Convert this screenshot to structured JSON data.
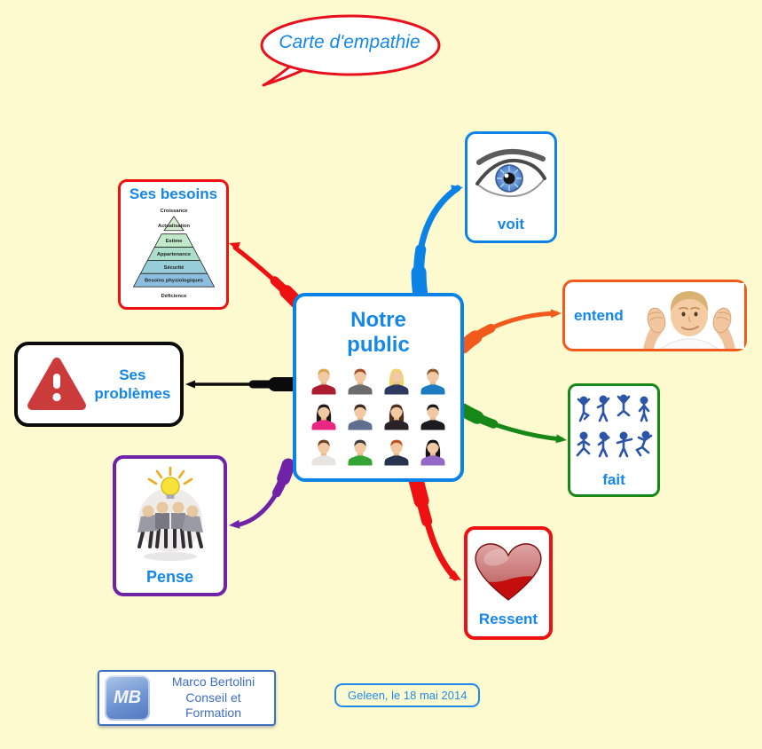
{
  "title": {
    "text": "Carte d'empathie"
  },
  "center": {
    "label": "Notre public",
    "avatars": [
      {
        "hair": "#D9A94E",
        "top": "#AE1C32",
        "long": false
      },
      {
        "hair": "#A8502B",
        "top": "#6B6B6B",
        "long": false
      },
      {
        "hair": "#EFD568",
        "top": "#2B3A5E",
        "long": true
      },
      {
        "hair": "#8A5A32",
        "top": "#1B7CC2",
        "long": false
      },
      {
        "hair": "#1E1A1C",
        "top": "#E82782",
        "long": true
      },
      {
        "hair": "#3A2A22",
        "top": "#5E6E8E",
        "long": false
      },
      {
        "hair": "#4A2E20",
        "top": "#2A2228",
        "long": true
      },
      {
        "hair": "#17161A",
        "top": "#1C1C20",
        "long": false
      },
      {
        "hair": "#6E4526",
        "top": "#E8E4E0",
        "long": false
      },
      {
        "hair": "#3C3A38",
        "top": "#33A433",
        "long": false
      },
      {
        "hair": "#C2511F",
        "top": "#27344F",
        "long": false
      },
      {
        "hair": "#141418",
        "top": "#9468C6",
        "long": true
      }
    ]
  },
  "branches": {
    "besoins": {
      "label": "Ses besoins",
      "color": "#EE1111",
      "pyramid": {
        "levels": [
          "Croissance",
          "Actualisation",
          "Estime",
          "Appartenance",
          "Sécurité",
          "Besoins physiologiques",
          "Déficience"
        ]
      }
    },
    "problemes": {
      "label": "Ses problèmes",
      "color": "#0B0B0B"
    },
    "pense": {
      "label": "Pense",
      "color": "#7123A8"
    },
    "voit": {
      "label": "voit",
      "color": "#0B82E6"
    },
    "entend": {
      "label": "entend",
      "color": "#F25A1C"
    },
    "fait": {
      "label": "fait",
      "color": "#178717"
    },
    "ressent": {
      "label": "Ressent",
      "color": "#EE1111"
    }
  },
  "footer": {
    "logo_monogram": "MB",
    "logo_lines": [
      "Marco Bertolini",
      "Conseil et",
      "Formation"
    ],
    "date": "Geleen, le 18 mai 2014"
  },
  "colors": {
    "background": "#FDFAD0",
    "label_blue": "#1487EA",
    "center_border": "#0B82E6"
  }
}
